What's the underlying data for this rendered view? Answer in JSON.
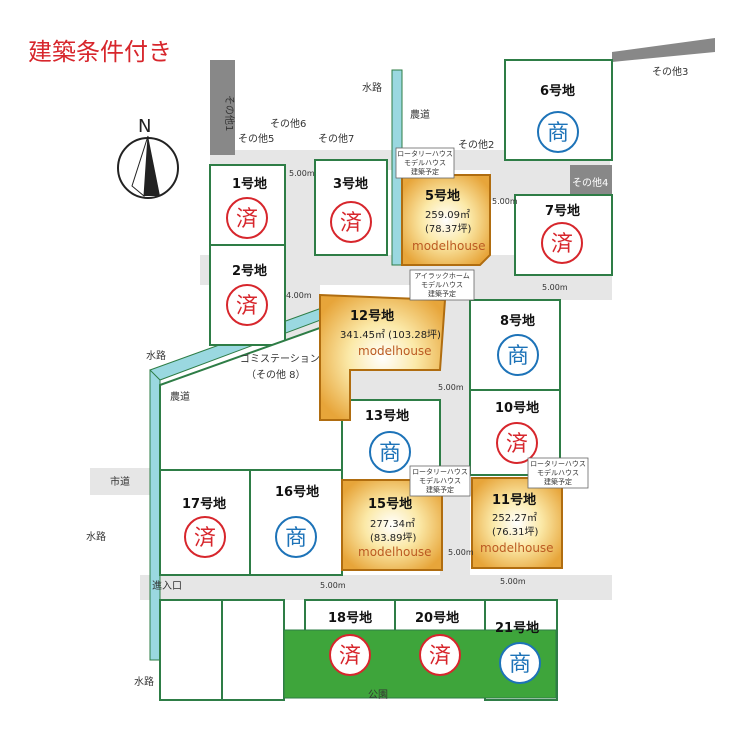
{
  "title": "建築条件付き",
  "north": "N",
  "colors": {
    "sold": "#d7262c",
    "commercial": "#1d73b8",
    "model": "#bb5a22",
    "road": "#e6e6e6",
    "lot_border": "#2e7d46",
    "water": "#9ad8e0",
    "park": "#3ea53b",
    "model_fill": "#f2c44a",
    "other": "#888888"
  },
  "lots": [
    {
      "no": "1号地",
      "status": "済"
    },
    {
      "no": "2号地",
      "status": "済"
    },
    {
      "no": "3号地",
      "status": "済"
    },
    {
      "no": "5号地",
      "area": "259.09㎡",
      "tsubo": "(78.37坪)",
      "model": "modelhouse",
      "note": [
        "ロータリーハウス",
        "モデルハウス",
        "建築予定"
      ]
    },
    {
      "no": "6号地",
      "status": "商"
    },
    {
      "no": "7号地",
      "status": "済"
    },
    {
      "no": "8号地",
      "status": "商"
    },
    {
      "no": "10号地",
      "status": "済"
    },
    {
      "no": "11号地",
      "area": "252.27㎡",
      "tsubo": "(76.31坪)",
      "model": "modelhouse",
      "note": [
        "ロータリーハウス",
        "モデルハウス",
        "建築予定"
      ]
    },
    {
      "no": "12号地",
      "area": "341.45㎡ (103.28坪)",
      "model": "modelhouse",
      "note": [
        "アイラックホーム",
        "モデルハウス",
        "建築予定"
      ]
    },
    {
      "no": "13号地",
      "status": "商"
    },
    {
      "no": "15号地",
      "area": "277.34㎡",
      "tsubo": "(83.89坪)",
      "model": "modelhouse",
      "note": [
        "ロータリーハウス",
        "モデルハウス",
        "建築予定"
      ]
    },
    {
      "no": "16号地",
      "status": "商"
    },
    {
      "no": "17号地",
      "status": "済"
    },
    {
      "no": "18号地",
      "status": "済"
    },
    {
      "no": "20号地",
      "status": "済"
    },
    {
      "no": "21号地",
      "status": "商"
    }
  ],
  "others": {
    "o1": "その他1",
    "o2": "その他2",
    "o3": "その他3",
    "o4": "その他4",
    "o5": "その他5",
    "o6": "その他6",
    "o7": "その他7"
  },
  "labels": {
    "suiro": "水路",
    "noudou": "農道",
    "shidou": "市道",
    "shinyu": "進入口",
    "kouen": "公園",
    "gomi": "ゴミステーション",
    "gomi_sub": "（その他 8）"
  },
  "road_widths": [
    "5.00m",
    "4.00m"
  ]
}
